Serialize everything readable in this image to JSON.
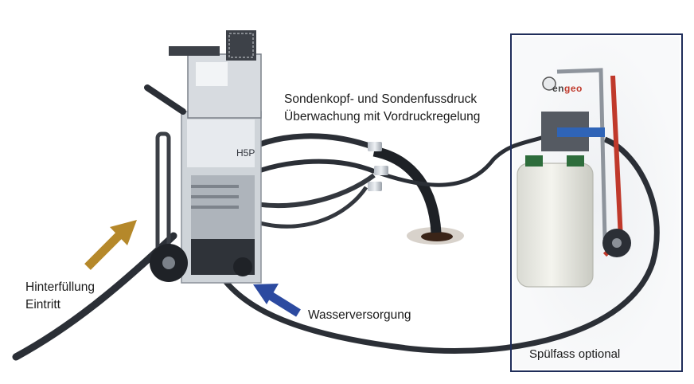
{
  "labels": {
    "probe_line1": "Sondenkopf- und Sondenfussdruck",
    "probe_line2": "Überwachung mit Vordruckregelung",
    "backfill_line1": "Hinterfüllung",
    "backfill_line2": "Eintritt",
    "water_supply": "Wasserversorgung",
    "flush_barrel": "Spülfass optional"
  },
  "logo": {
    "part1": "en",
    "part2": "geo"
  },
  "colors": {
    "backfill_arrow": "#b5882a",
    "water_arrow": "#2c4aa0",
    "optional_box_border": "#1f2d5a",
    "hose": "#2b2f36",
    "logo_accent": "#c0392b"
  }
}
